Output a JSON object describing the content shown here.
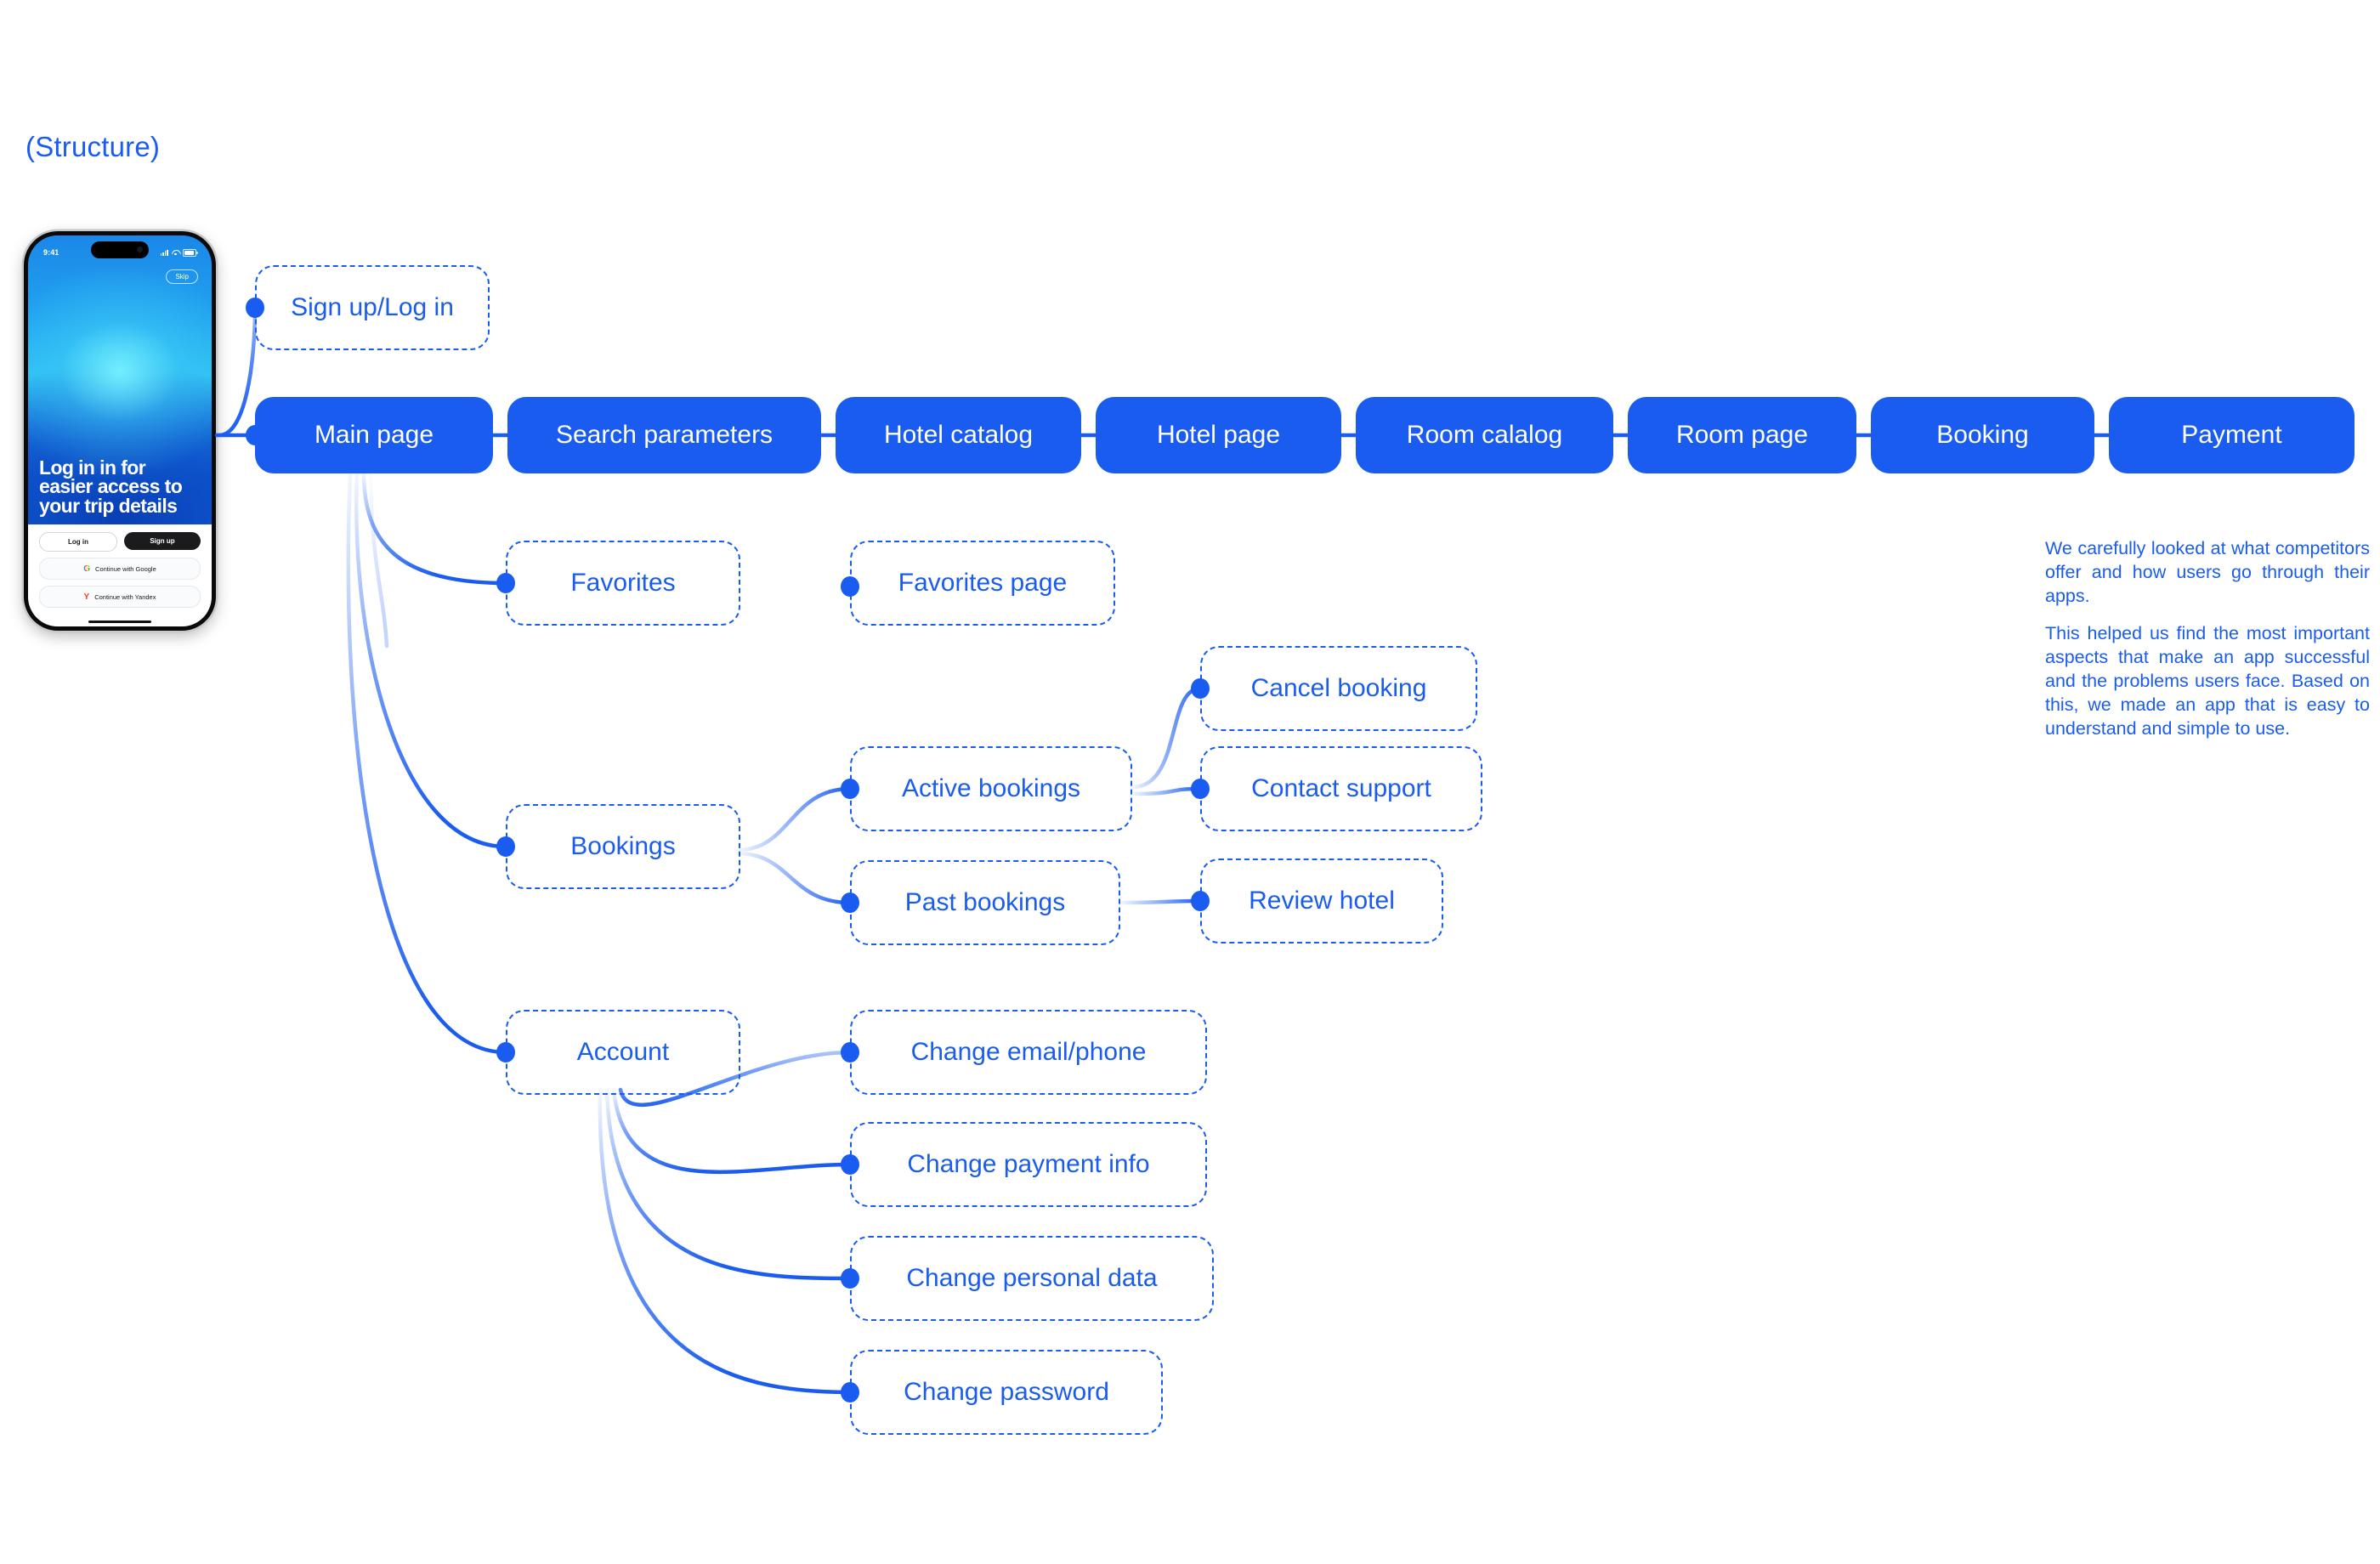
{
  "section": {
    "label": "(Structure)"
  },
  "accent": {
    "blue": "#1a5cf0",
    "white": "#ffffff"
  },
  "phone": {
    "status_time": "9:41",
    "skip_label": "Skip",
    "hero_title": "Log in in for easier access to your trip details",
    "login_label": "Log in",
    "signup_label": "Sign up",
    "google_label": "Continue with Google",
    "google_icon": "G",
    "yandex_label": "Continue with Yandex",
    "yandex_icon": "Y",
    "icons": [
      "cellular-signal-icon",
      "wifi-icon",
      "battery-icon",
      "dynamic-island"
    ]
  },
  "flow": {
    "auth_node": "Sign up/Log in",
    "main_row": [
      "Main page",
      "Search parameters",
      "Hotel catalog",
      "Hotel page",
      "Room calalog",
      "Room page",
      "Booking",
      "Payment"
    ],
    "favorites": {
      "parent": "Favorites",
      "child": "Favorites page"
    },
    "bookings": {
      "parent": "Bookings",
      "active": "Active bookings",
      "past": "Past bookings",
      "cancel": "Cancel booking",
      "support": "Contact support",
      "review": "Review hotel"
    },
    "account": {
      "parent": "Account",
      "children": [
        "Change email/phone",
        "Change payment info",
        "Change personal data",
        "Change password"
      ]
    }
  },
  "insight": {
    "paragraph1": "We carefully looked at what competitors offer and how users go through their apps.",
    "paragraph2": "This helped us find the most important aspects that make an app successful and the problems users face. Based on this, we made an app that is easy to understand and simple to use."
  }
}
